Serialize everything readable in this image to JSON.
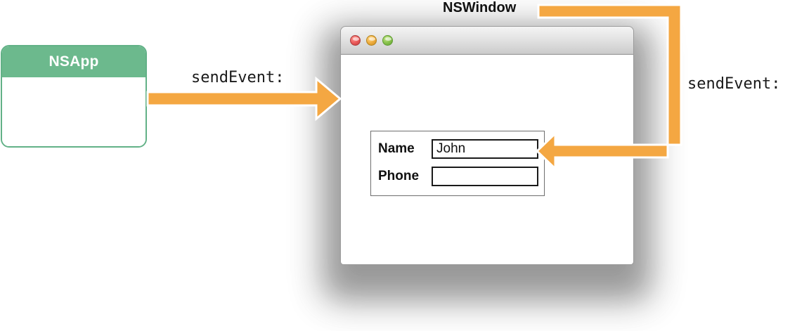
{
  "diagram": {
    "title_nswindow": "NSWindow",
    "accent_orange": "#f4a742",
    "accent_green": "#6cb98d",
    "green_border": "#62b187"
  },
  "nsapp": {
    "title": "NSApp"
  },
  "window": {
    "traffic_lights": [
      {
        "name": "close",
        "color": "#ea5a5a"
      },
      {
        "name": "minimize",
        "color": "#eeac3c"
      },
      {
        "name": "zoom",
        "color": "#88c24c"
      }
    ],
    "form": {
      "rows": [
        {
          "label": "Name",
          "value": "John"
        },
        {
          "label": "Phone",
          "value": ""
        }
      ]
    }
  },
  "arrows": [
    {
      "name": "nsapp-to-window",
      "label": "sendEvent:",
      "direction": "right",
      "color": "#f4a742"
    },
    {
      "name": "nswindow-to-field",
      "label": "sendEvent:",
      "direction": "left",
      "color": "#f4a742"
    }
  ]
}
